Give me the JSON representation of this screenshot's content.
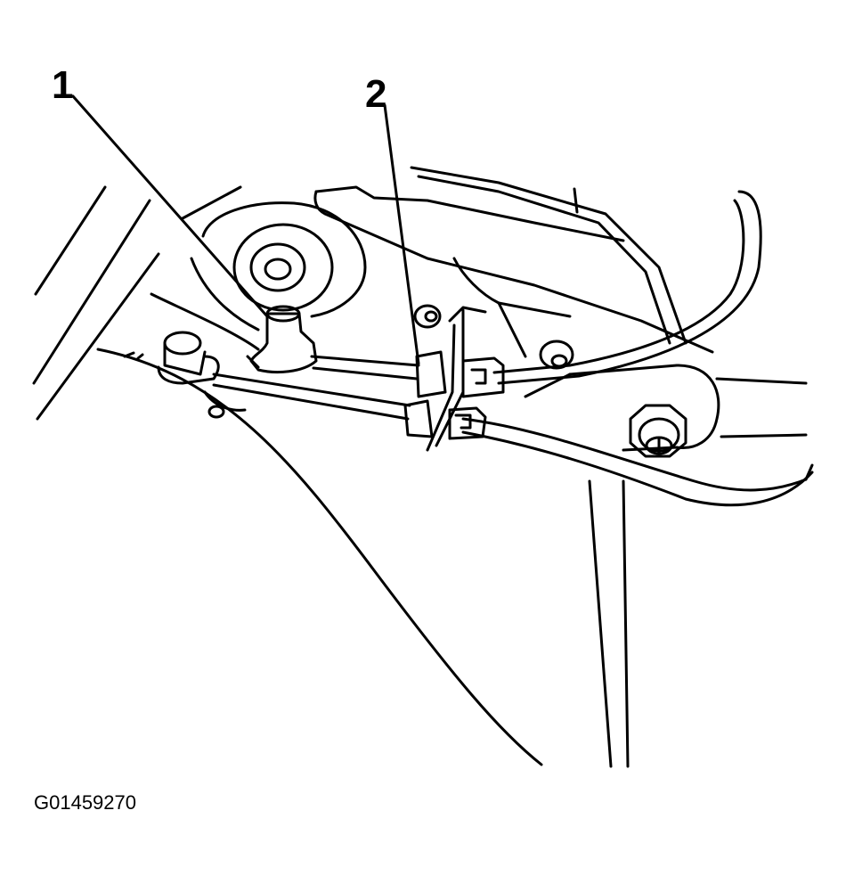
{
  "callouts": {
    "one": "1",
    "two": "2"
  },
  "figure_id": "G01459270",
  "colors": {
    "ink": "#000000",
    "paper": "#ffffff"
  }
}
